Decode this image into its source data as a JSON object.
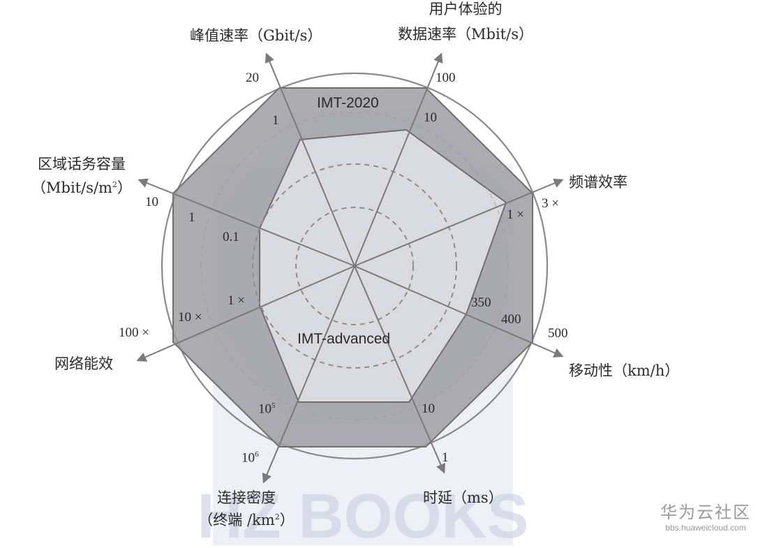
{
  "chart_data": {
    "type": "radar",
    "title": "",
    "axes": [
      {
        "id": "peak_rate",
        "label": "峰值速率（Gbit/s）",
        "imt_advanced": "1",
        "imt_2020": "20"
      },
      {
        "id": "user_data_rate",
        "label": "用户体验的数据速率（Mbit/s）",
        "imt_advanced": "10",
        "imt_2020": "100"
      },
      {
        "id": "spectrum_efficiency",
        "label": "频谱效率",
        "imt_advanced": "1×",
        "imt_2020": "3×"
      },
      {
        "id": "mobility",
        "label": "移动性（km/h）",
        "imt_advanced": "350",
        "imt_2020": "500",
        "intermediate": "400"
      },
      {
        "id": "latency",
        "label": "时延（ms）",
        "imt_advanced": "10",
        "imt_2020": "1"
      },
      {
        "id": "connection_density",
        "label": "连接密度（终端/km²）",
        "imt_advanced": "10^5",
        "imt_2020": "10^6"
      },
      {
        "id": "network_energy_efficiency",
        "label": "网络能效",
        "imt_advanced": "1×",
        "imt_2020": "100×",
        "intermediate": "10×"
      },
      {
        "id": "area_traffic_capacity",
        "label": "区域话务容量（Mbit/s/m²）",
        "imt_advanced": "0.1",
        "imt_2020": "10",
        "intermediate": "1"
      }
    ],
    "series": [
      {
        "name": "IMT-2020",
        "values": [
          "20",
          "100",
          "3×",
          "500",
          "1",
          "10^6",
          "100×",
          "10"
        ],
        "color": "#9c9c9c"
      },
      {
        "name": "IMT-advanced",
        "values": [
          "1",
          "10",
          "1×",
          "350",
          "10",
          "10^5",
          "1×",
          "0.1"
        ],
        "color": "#d9d9de"
      }
    ]
  },
  "labels": {
    "peak_rate": "峰值速率（Gbit/s）",
    "user_rate_line1": "用户体验的",
    "user_rate_line2": "数据速率（Mbit/s）",
    "spectrum": "频谱效率",
    "mobility": "移动性（km/h）",
    "latency": "时延（ms）",
    "density_line1": "连接密度",
    "density_line2_pre": "（终端 /km",
    "density_line2_sup": "2",
    "density_line2_post": "）",
    "energy": "网络能效",
    "area_line1": "区域话务容量",
    "area_line2_pre": "（Mbit/s/m",
    "area_line2_sup": "2",
    "area_line2_post": "）"
  },
  "ticks": {
    "peak_outer": "20",
    "peak_inner": "1",
    "user_outer": "100",
    "user_inner": "10",
    "spec_outer": "3 ×",
    "spec_inner": "1 ×",
    "mob_outer": "500",
    "mob_mid": "400",
    "mob_inner": "350",
    "lat_outer": "1",
    "lat_inner": "10",
    "den_outer_base": "10",
    "den_outer_exp": "6",
    "den_inner_base": "10",
    "den_inner_exp": "5",
    "en_outer": "100 ×",
    "en_mid": "10 ×",
    "en_inner": "1 ×",
    "area_outer": "10",
    "area_mid": "1",
    "area_inner": "0.1"
  },
  "series_labels": {
    "imt2020": "IMT-2020",
    "imtadv": "IMT-advanced"
  },
  "watermark": {
    "line1": "华为云社区",
    "line2": "bbs.huaweicloud.com",
    "bg_text": "HZ BOOKS"
  }
}
